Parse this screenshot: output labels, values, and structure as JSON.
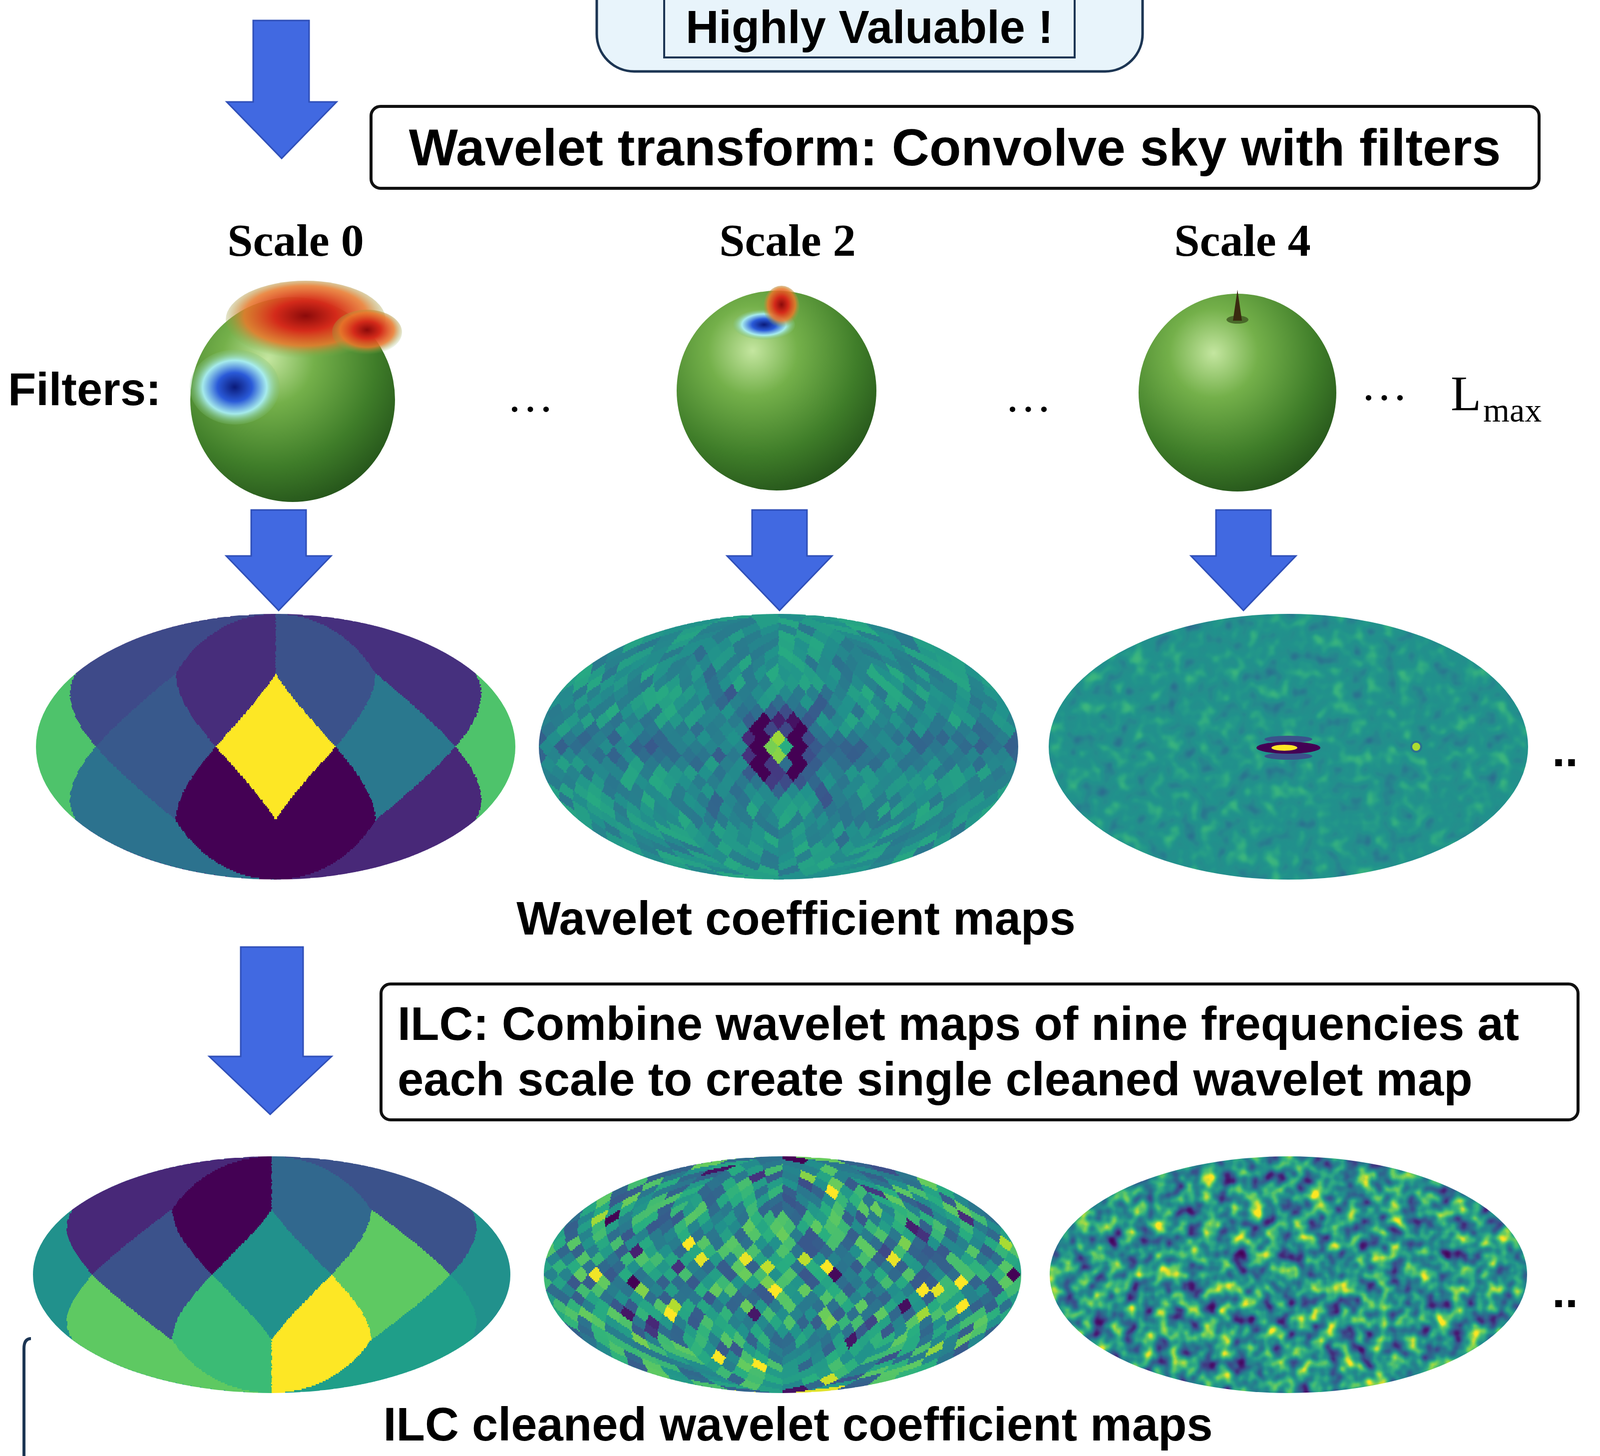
{
  "diagram": {
    "nodes": [
      {
        "text": [
          "Highly Valuable !"
        ]
      },
      {
        "text": [
          "Wavelet transform: Convolve sky with filters"
        ]
      },
      {
        "text": [
          "ILC: Combine wavelet maps of nine frequencies at each scale to create single cleaned wavelet map"
        ]
      }
    ],
    "labels": [
      "Scale 0",
      "Scale 2",
      "Scale 4",
      "Filters:",
      "…",
      "…",
      "…",
      "L",
      "max",
      "..",
      "Wavelet coefficient maps",
      "..",
      "ILC cleaned wavelet coefficient maps"
    ]
  }
}
